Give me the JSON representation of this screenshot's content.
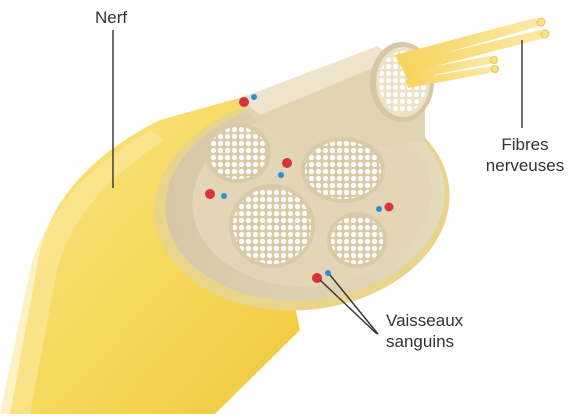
{
  "labels": {
    "nerve": "Nerf",
    "fibers_line1": "Fibres",
    "fibers_line2": "nerveuses",
    "vessels_line1": "Vaisseaux",
    "vessels_line2": "sanguins"
  },
  "colors": {
    "nerve_outer": "#f5d24a",
    "nerve_outer_light": "#fbe68a",
    "epineurium": "#dccaa3",
    "fascicle": "#ece0c6",
    "fiber": "#ffffff",
    "artery": "#d8333a",
    "vein": "#2a8fd6",
    "leader_line": "#333333",
    "fiber_tip": "#f2c744"
  },
  "icons": {
    "blood_vessel_artery": "red-dot",
    "blood_vessel_vein": "blue-dot"
  }
}
